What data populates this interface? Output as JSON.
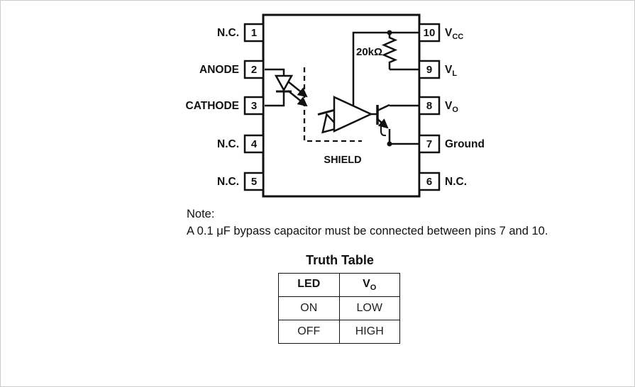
{
  "diagram": {
    "left_pins": [
      {
        "number": "1",
        "label": "N.C."
      },
      {
        "number": "2",
        "label": "ANODE"
      },
      {
        "number": "3",
        "label": "CATHODE"
      },
      {
        "number": "4",
        "label": "N.C."
      },
      {
        "number": "5",
        "label": "N.C."
      }
    ],
    "right_pins": [
      {
        "number": "10",
        "base": "V",
        "sub": "CC"
      },
      {
        "number": "9",
        "base": "V",
        "sub": "L"
      },
      {
        "number": "8",
        "base": "V",
        "sub": "O"
      },
      {
        "number": "7",
        "base": "Ground",
        "sub": ""
      },
      {
        "number": "6",
        "base": "N.C.",
        "sub": ""
      }
    ],
    "resistor_label": "20kΩ",
    "shield_label": "SHIELD"
  },
  "note": {
    "heading": "Note:",
    "text": "A 0.1 μF bypass capacitor must be connected between pins 7 and 10."
  },
  "truth_table": {
    "title": "Truth Table",
    "headers": [
      {
        "base": "LED",
        "sub": ""
      },
      {
        "base": "V",
        "sub": "O"
      }
    ],
    "rows": [
      [
        "ON",
        "LOW"
      ],
      [
        "OFF",
        "HIGH"
      ]
    ]
  }
}
